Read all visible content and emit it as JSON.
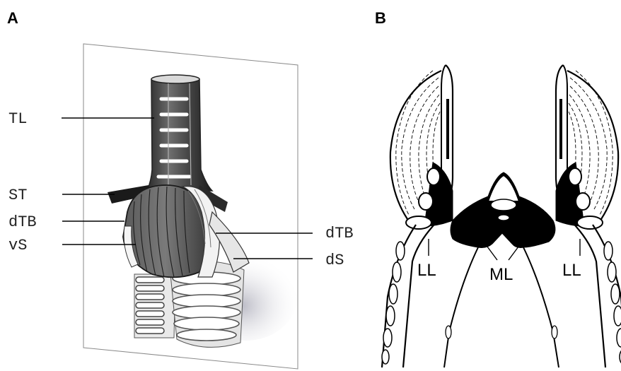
{
  "panels": {
    "a": {
      "letter": "A",
      "labels": {
        "tl": "TL",
        "st": "ST",
        "dtb_left": "dTB",
        "vs": "vS",
        "dtb_right": "dTB",
        "ds": "dS"
      }
    },
    "b": {
      "letter": "B",
      "labels": {
        "ll_left": "LL",
        "ml": "ML",
        "ll_right": "LL"
      }
    }
  }
}
